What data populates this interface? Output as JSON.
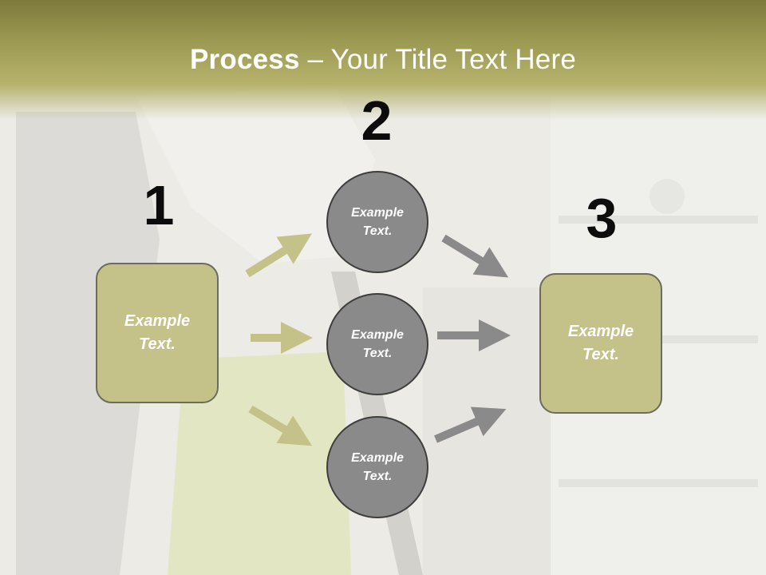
{
  "slide": {
    "title_bold": "Process",
    "title_rest": " – Your Title Text Here"
  },
  "steps": [
    {
      "number": "1",
      "box_text": "Example\nText."
    },
    {
      "number": "2"
    },
    {
      "number": "3",
      "box_text": "Example\nText."
    }
  ],
  "circles": [
    {
      "text": "Example\nText."
    },
    {
      "text": "Example\nText."
    },
    {
      "text": "Example\nText."
    }
  ],
  "colors": {
    "header": "#9c9a52",
    "box_fill": "#c4c288",
    "circle_fill": "#8a8a8a",
    "left_arrows": "#c4c288",
    "right_arrows": "#8a8a8a"
  }
}
